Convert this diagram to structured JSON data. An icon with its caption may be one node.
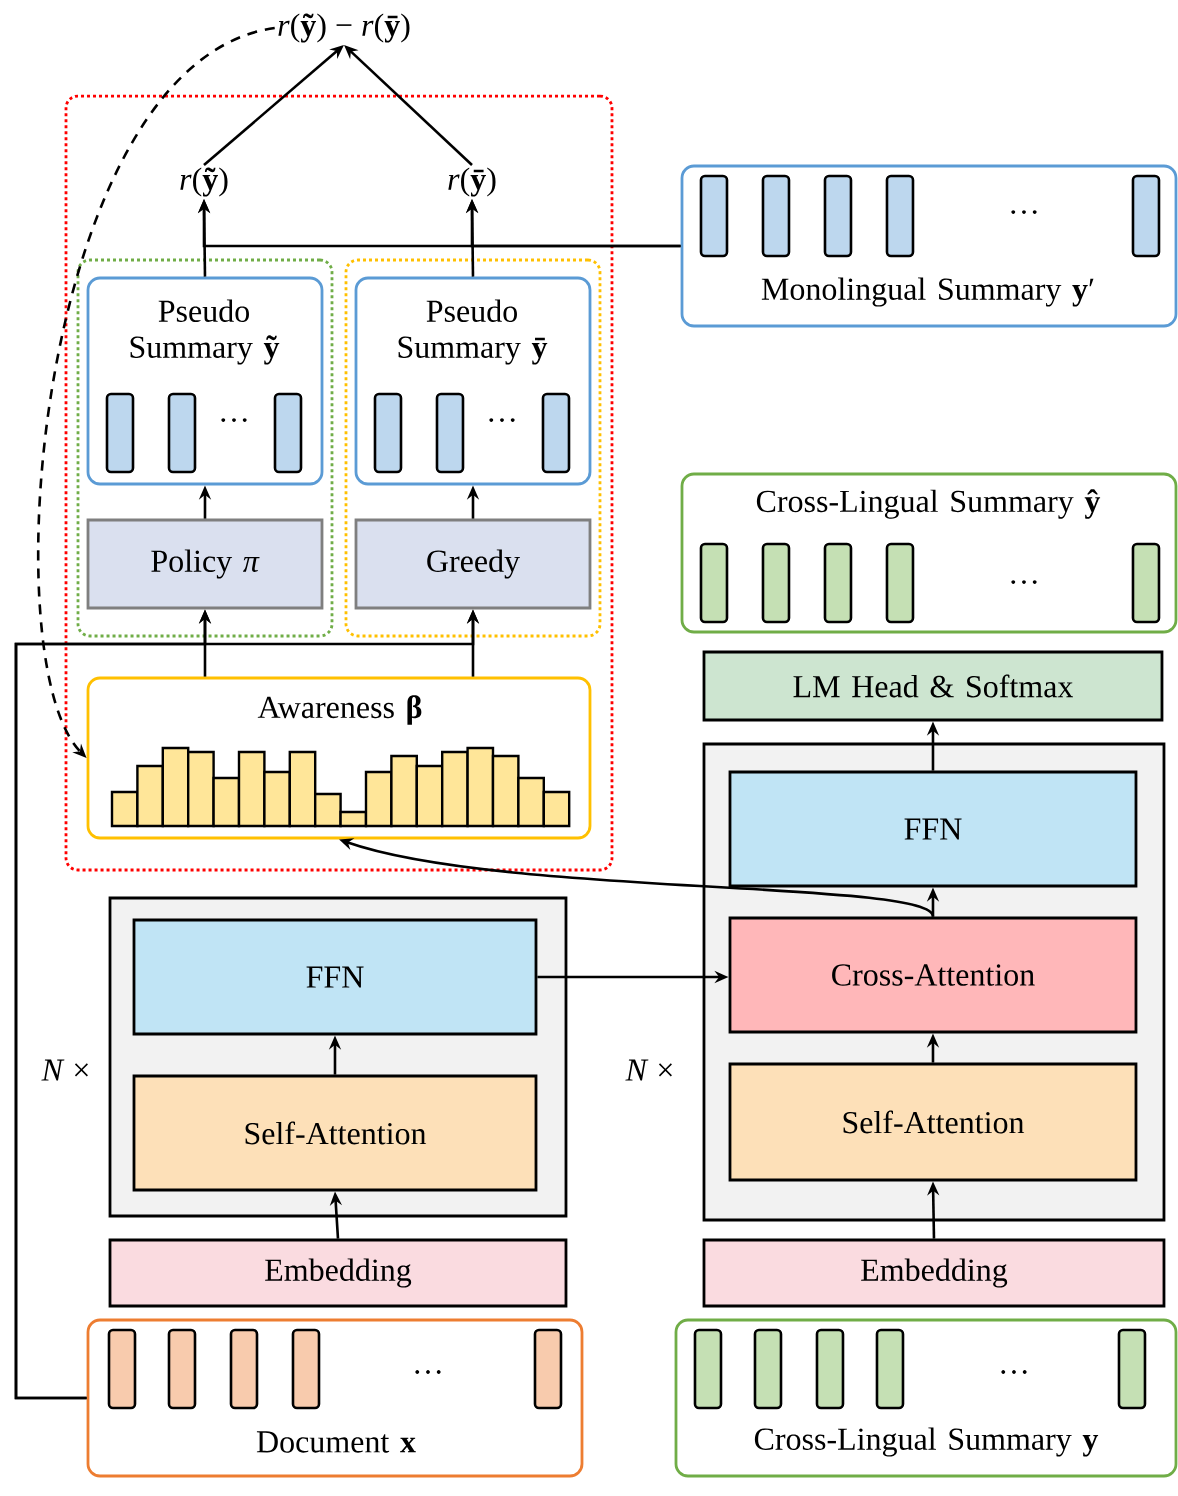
{
  "diagram": {
    "nodes": [
      {
        "text": [
          "*r*(**ỹ**) − *r*(**ȳ**)"
        ]
      },
      {
        "text": [],
        "shape": "box"
      },
      {
        "text": [
          "*r*(**ỹ**)"
        ],
        "in": 1
      },
      {
        "text": [
          "*r*(**ȳ**)"
        ],
        "in": 1
      },
      {
        "text": [],
        "shape": "box",
        "in": 1
      },
      {
        "text": [
          "Pseudo Summary **ỹ**",
          "…"
        ],
        "in": 4
      },
      {
        "text": [
          "Policy *π*"
        ],
        "in": 4
      },
      {
        "text": [],
        "shape": "box",
        "in": 1
      },
      {
        "text": [
          "Pseudo Summary **ȳ**",
          "…"
        ],
        "in": 7
      },
      {
        "text": [
          "Greedy"
        ],
        "in": 7
      },
      {
        "text": [
          "Awareness **β**"
        ],
        "in": 1
      },
      {
        "text": [
          "…",
          "Monolingual Summary **y**′"
        ]
      },
      {
        "text": [
          "Cross-Lingual Summary **ŷ**",
          "…"
        ]
      },
      {
        "text": [
          "LM Head & Softmax"
        ]
      },
      {
        "text": [],
        "shape": "box",
        "beside": [
          "*N* ×"
        ]
      },
      {
        "text": [
          "FFN"
        ],
        "in": 14
      },
      {
        "text": [
          "Cross-Attention"
        ],
        "in": 14
      },
      {
        "text": [
          "Self-Attention"
        ],
        "in": 14
      },
      {
        "text": [],
        "shape": "box",
        "beside": [
          "*N* ×"
        ]
      },
      {
        "text": [
          "FFN"
        ],
        "in": 18
      },
      {
        "text": [
          "Self-Attention"
        ],
        "in": 18
      },
      {
        "text": [
          "Embedding"
        ]
      },
      {
        "text": [
          "Embedding"
        ]
      },
      {
        "text": [
          "…",
          "Document **x**"
        ]
      },
      {
        "text": [
          "…",
          "Cross-Lingual Summary **y**"
        ]
      }
    ],
    "edges": [
      {
        "from": 2,
        "to": 0,
        "arrow": "to"
      },
      {
        "from": 3,
        "to": 0,
        "arrow": "to"
      },
      {
        "from": 5,
        "to": 2,
        "arrow": "to"
      },
      {
        "from": 8,
        "to": 3,
        "arrow": "to"
      },
      {
        "from": 11,
        "to": 2,
        "arrow": "to"
      },
      {
        "from": 11,
        "to": 3,
        "arrow": "to"
      },
      {
        "from": 6,
        "to": 5,
        "arrow": "to"
      },
      {
        "from": 9,
        "to": 8,
        "arrow": "to"
      },
      {
        "from": 10,
        "to": 6,
        "arrow": "to"
      },
      {
        "from": 10,
        "to": 9,
        "arrow": "to"
      },
      {
        "from": 23,
        "to": 6,
        "arrow": "to"
      },
      {
        "from": 23,
        "to": 9,
        "arrow": "to"
      },
      {
        "from": 0,
        "to": 10,
        "arrow": "to",
        "style": "dashed"
      },
      {
        "from": 16,
        "to": 10,
        "arrow": "to"
      },
      {
        "from": 16,
        "to": 15,
        "arrow": "to"
      },
      {
        "from": 19,
        "to": 16,
        "arrow": "to"
      },
      {
        "from": 20,
        "to": 19,
        "arrow": "to"
      },
      {
        "from": 21,
        "to": 20,
        "arrow": "to"
      },
      {
        "from": 22,
        "to": 17,
        "arrow": "to"
      },
      {
        "from": 17,
        "to": 16,
        "arrow": "to"
      },
      {
        "from": 15,
        "to": 13,
        "arrow": "to"
      }
    ]
  }
}
